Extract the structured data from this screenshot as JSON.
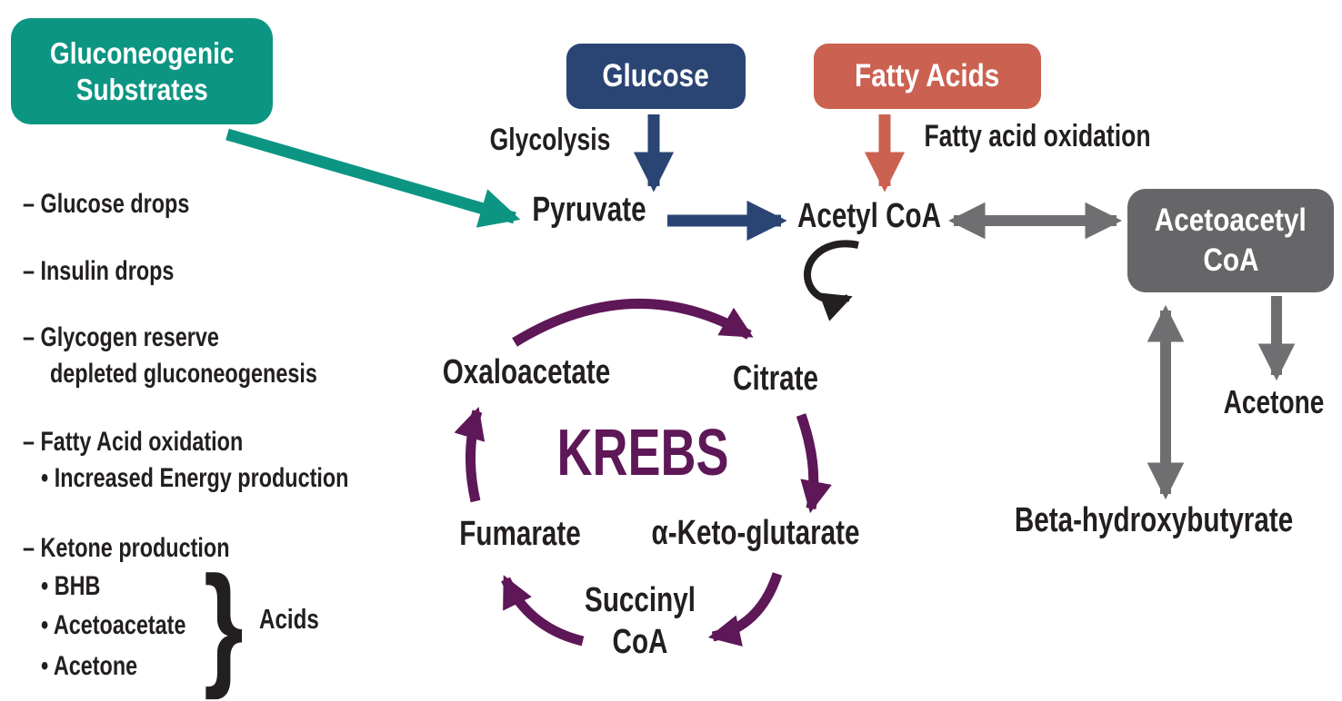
{
  "colors": {
    "teal": "#0D9583",
    "navy": "#2A4574",
    "red": "#CB6151",
    "gray_box": "#666567",
    "gray_arrow": "#6F6E71",
    "purple": "#5E1757",
    "text_black": "#231F20",
    "background": "#FFFFFF",
    "box_text": "#FFFFFF"
  },
  "boxes": {
    "gluconeogenic": {
      "line1": "Gluconeogenic",
      "line2": "Substrates"
    },
    "glucose": {
      "label": "Glucose"
    },
    "fatty_acids": {
      "label": "Fatty Acids"
    },
    "acetoacetyl_coa": {
      "line1": "Acetoacetyl",
      "line2": "CoA"
    }
  },
  "process_labels": {
    "glycolysis": "Glycolysis",
    "fatty_acid_oxidation": "Fatty acid oxidation"
  },
  "metabolites": {
    "pyruvate": "Pyruvate",
    "acetyl_coa": "Acetyl CoA",
    "acetone": "Acetone",
    "beta_hydroxybutyrate": "Beta-hydroxybutyrate"
  },
  "krebs_cycle": {
    "title": "KREBS",
    "oxaloacetate": "Oxaloacetate",
    "citrate": "Citrate",
    "alpha_keto_glutarate": "α-Keto-glutarate",
    "succinyl_line1": "Succinyl",
    "succinyl_line2": "CoA",
    "fumarate": "Fumarate"
  },
  "side_list": {
    "lines": [
      {
        "text": "– Glucose drops"
      },
      {
        "text": "– Insulin drops"
      },
      {
        "text": "– Glycogen reserve"
      },
      {
        "text": "depleted gluconeogenesis"
      },
      {
        "text": "– Fatty Acid oxidation"
      },
      {
        "text": "• Increased Energy production"
      },
      {
        "text": "– Ketone production"
      },
      {
        "text": "• BHB"
      },
      {
        "text": "• Acetoacetate"
      },
      {
        "text": "• Acetone"
      }
    ],
    "brace_glyph": "}",
    "brace_label": "Acids"
  }
}
